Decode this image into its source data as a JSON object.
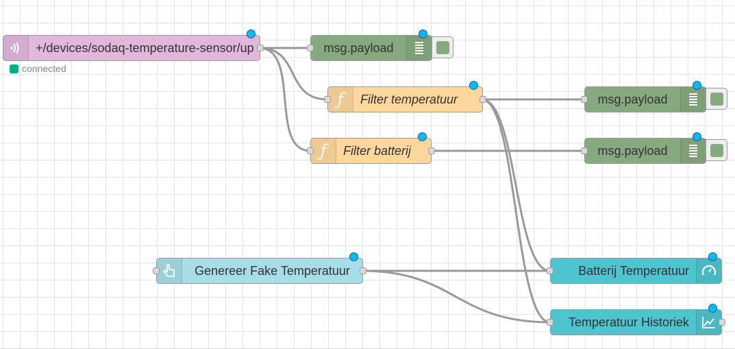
{
  "nodes": {
    "mqtt_in": {
      "label": "+/devices/sodaq-temperature-sensor/up",
      "color": "#e2b7dc",
      "icon": "wifi-signal-icon",
      "status": "connected",
      "status_color": "#00b08c"
    },
    "debug1": {
      "label": "msg.payload",
      "color": "#87a980",
      "icon": "list-lines-icon"
    },
    "filter_temp": {
      "label": "Filter temperatuur",
      "color": "#fdd79c",
      "icon": "function-icon"
    },
    "filter_batt": {
      "label": "Filter batterij",
      "color": "#fdd79c",
      "icon": "function-icon"
    },
    "debug2": {
      "label": "msg.payload",
      "color": "#87a980",
      "icon": "list-lines-icon"
    },
    "debug3": {
      "label": "msg.payload",
      "color": "#87a980",
      "icon": "list-lines-icon"
    },
    "inject": {
      "label": "Genereer Fake Temperatuur",
      "color": "#a6dde6",
      "icon": "hand-pointer-icon"
    },
    "gauge": {
      "label": "Batterij Temperatuur",
      "color": "#4ec4cf",
      "icon": "gauge-icon"
    },
    "chart": {
      "label": "Temperatuur Historiek",
      "color": "#4ec4cf",
      "icon": "line-chart-icon"
    }
  },
  "colors": {
    "wire": "#999999",
    "changed_badge": "#00bcff",
    "grid": "#e3e3e3"
  }
}
